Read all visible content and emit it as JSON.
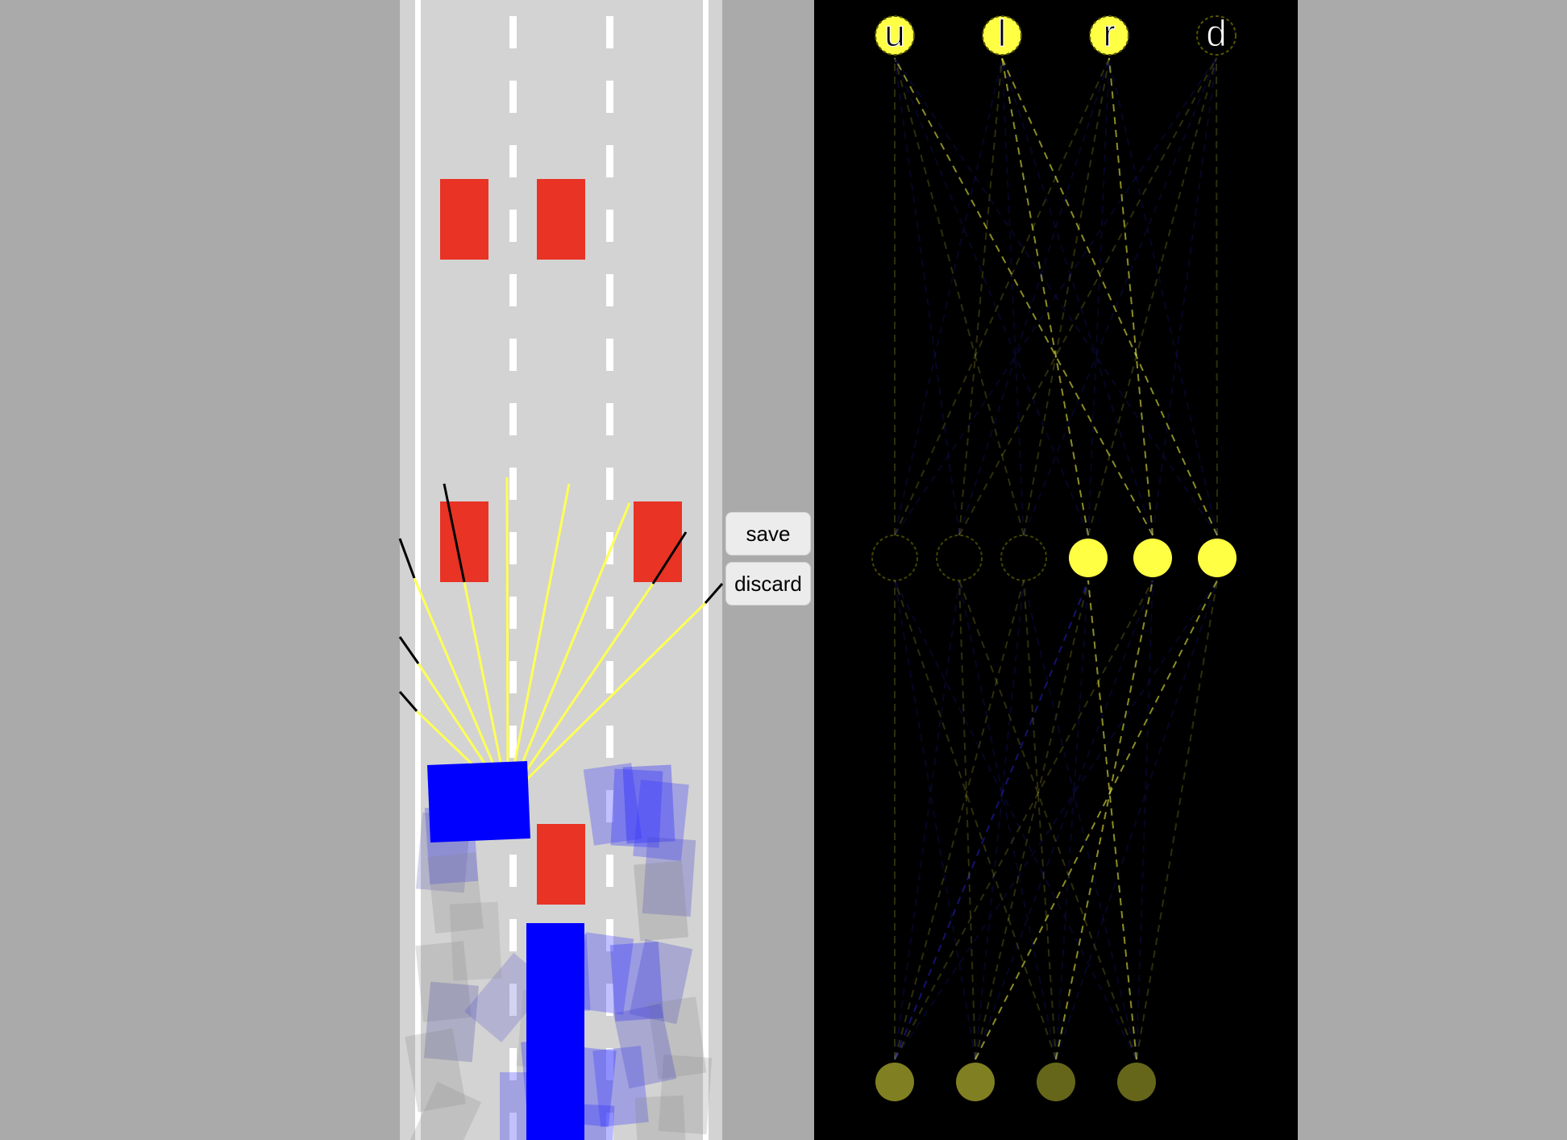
{
  "controls": {
    "save_label": "save",
    "discard_label": "discard"
  },
  "network": {
    "output_labels": [
      "u",
      "l",
      "r",
      "d"
    ],
    "output_active": [
      true,
      true,
      true,
      false
    ],
    "hidden_active": [
      false,
      false,
      false,
      true,
      true,
      true
    ],
    "input_levels": [
      0.75,
      0.75,
      0.5,
      0.5
    ]
  },
  "colors": {
    "background": "#aaaaaa",
    "road": "#d3d3d3",
    "lane_marking": "#ffffff",
    "traffic_car": "#e83325",
    "player_car": "#0000ff",
    "sensor_ray": "#ffff55",
    "sensor_ray_hit": "#000000",
    "network_bg": "#000000",
    "neuron_on": "#ffff44",
    "neuron_off": "#1a1a00"
  },
  "icons": {
    "player": "player-car-icon",
    "traffic": "traffic-car-icon"
  }
}
